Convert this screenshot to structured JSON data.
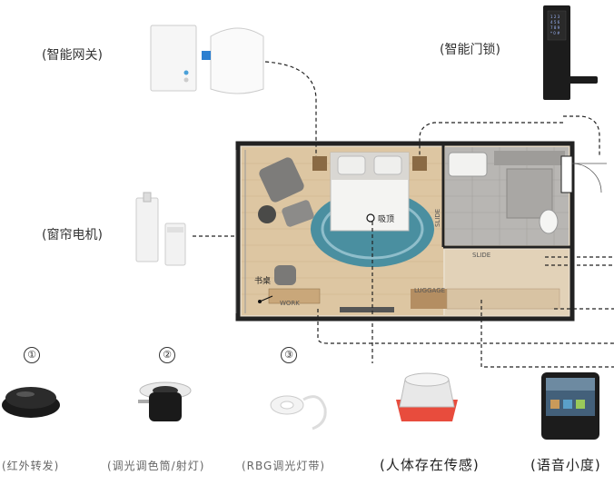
{
  "devices": {
    "gateway_label": "(智能网关)",
    "lock_label": "(智能门锁)",
    "curtain_label": "(窗帘电机)"
  },
  "floorplan": {
    "ceiling_label": "吸顶",
    "desk_label": "书桌",
    "work_label": "WORK",
    "luggage_label": "LUGGAGE",
    "slide_label": "SLIDE",
    "side_label": "SLIDE"
  },
  "bottom_devices": [
    {
      "num": "①",
      "label": "(红外转发)"
    },
    {
      "num": "②",
      "label": "(调光调色筒/射灯)"
    },
    {
      "num": "③",
      "label": "(RBG调光灯带)"
    },
    {
      "num": "",
      "label": "(人体存在传感)"
    },
    {
      "num": "",
      "label": "(语音小度)"
    }
  ]
}
